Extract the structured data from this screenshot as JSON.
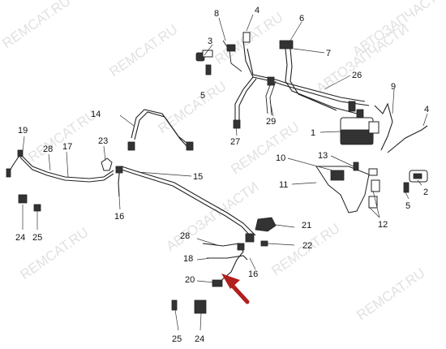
{
  "watermarks": [
    "REMCAT.RU",
    "REMCAT.RU",
    "АВТОЗАПЧАСТИ",
    "REMCAT.RU",
    "АВТОЗАПЧАСТИ",
    "REMCAT.RU",
    "REMCAT.RU",
    "REMCAT.RU",
    "АВТОЗАПЧАСТИ",
    "REMCAT.RU",
    "REMCAT.RU",
    "REMCAT.RU"
  ],
  "callouts": [
    "1",
    "2",
    "3",
    "4",
    "4",
    "5",
    "5",
    "6",
    "7",
    "8",
    "9",
    "10",
    "11",
    "12",
    "13",
    "14",
    "15",
    "16",
    "16",
    "17",
    "18",
    "19",
    "20",
    "21",
    "22",
    "23",
    "24",
    "24",
    "25",
    "25",
    "26",
    "27",
    "28",
    "28",
    "29"
  ],
  "colors": {
    "arrow": "#b11f1f",
    "line": "#222222",
    "watermark": "#c9c9c9"
  }
}
